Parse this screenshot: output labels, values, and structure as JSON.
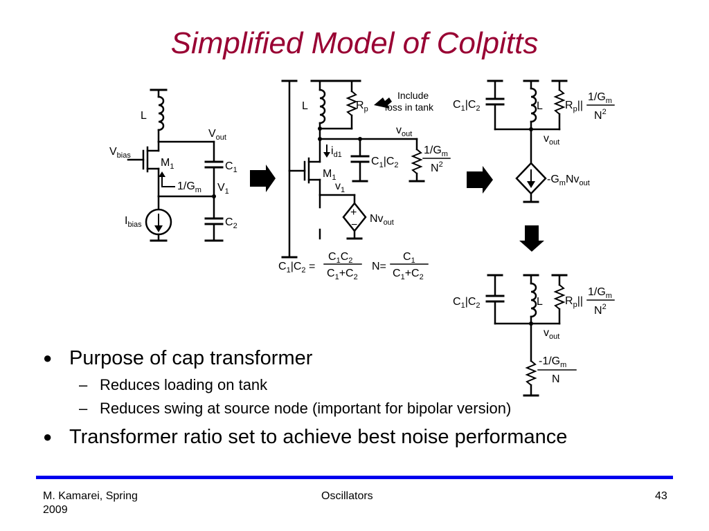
{
  "slide": {
    "title": "Simplified Model of Colpitts",
    "bullets": [
      {
        "text": "Purpose of cap transformer",
        "subs": [
          "Reduces loading on tank",
          "Reduces swing at source node (important for bipolar version)"
        ]
      },
      {
        "text": "Transformer ratio set to achieve best noise performance",
        "subs": []
      }
    ],
    "bullet_glyph": "●",
    "dash_glyph": "–",
    "footer": {
      "left_line1": "M. Kamarei, Spring",
      "left_line2": "2009",
      "center": "Oscillators",
      "page": "43"
    },
    "rule_color": "#0000ee"
  },
  "diagram": {
    "c1": {
      "L": "L",
      "V": "V",
      "bias": "bias",
      "M": "M",
      "one": "1",
      "Vout_V": "V",
      "out": "out",
      "C": "C",
      "C1sub": "1",
      "gm": "1/G",
      "m": "m",
      "V1_V": "V",
      "V1sub": "1",
      "I": "I",
      "Ibias_sub": "bias",
      "C2sub": "2"
    },
    "c2": {
      "L": "L",
      "R": "R",
      "p": "p",
      "note1": "Include",
      "note2": "loss in tank",
      "i": "i",
      "d1": "d1",
      "M": "M",
      "one": "1",
      "vout_v": "v",
      "out": "out",
      "v1_v": "v",
      "v1sub": "1",
      "C": "C",
      "par": "|C",
      "two": "2",
      "gm": "1/G",
      "m": "m",
      "N": "N",
      "N2sup": "2",
      "Nv": "Nv",
      "plus": "+",
      "minus": "−"
    },
    "eq": {
      "lhs_C": "C",
      "lhs_1": "1",
      "lhs_par": "|C",
      "lhs_2": "2",
      "eq": " =",
      "num1": "C",
      "num1a": "1",
      "num1b": "C",
      "num1c": "2",
      "den": "C",
      "dena": "1",
      "denb": "+C",
      "denc": "2",
      "N_eq": "N=",
      "num2": "C",
      "num2a": "1",
      "den2": "C",
      "den2a": "1",
      "den2b": "+C",
      "den2c": "2"
    },
    "c3": {
      "C": "C",
      "c1": "1",
      "par": "|C",
      "c2": "2",
      "L": "L",
      "R": "R",
      "p": "p",
      "bars": "||",
      "gm": "1/G",
      "m": "m",
      "N": "N",
      "N2sup": "2",
      "vout_v": "v",
      "out": "out",
      "neg": "-G",
      "m2": "m",
      "Nv": "Nv",
      "out2": "out"
    },
    "c4": {
      "C": "C",
      "c1": "1",
      "par": "|C",
      "c2": "2",
      "L": "L",
      "R": "R",
      "p": "p",
      "bars": "||",
      "gm": "1/G",
      "m": "m",
      "N": "N",
      "N2sup": "2",
      "vout_v": "v",
      "out": "out",
      "neg": "-1/G",
      "m2": "m",
      "N_low": "N"
    }
  }
}
